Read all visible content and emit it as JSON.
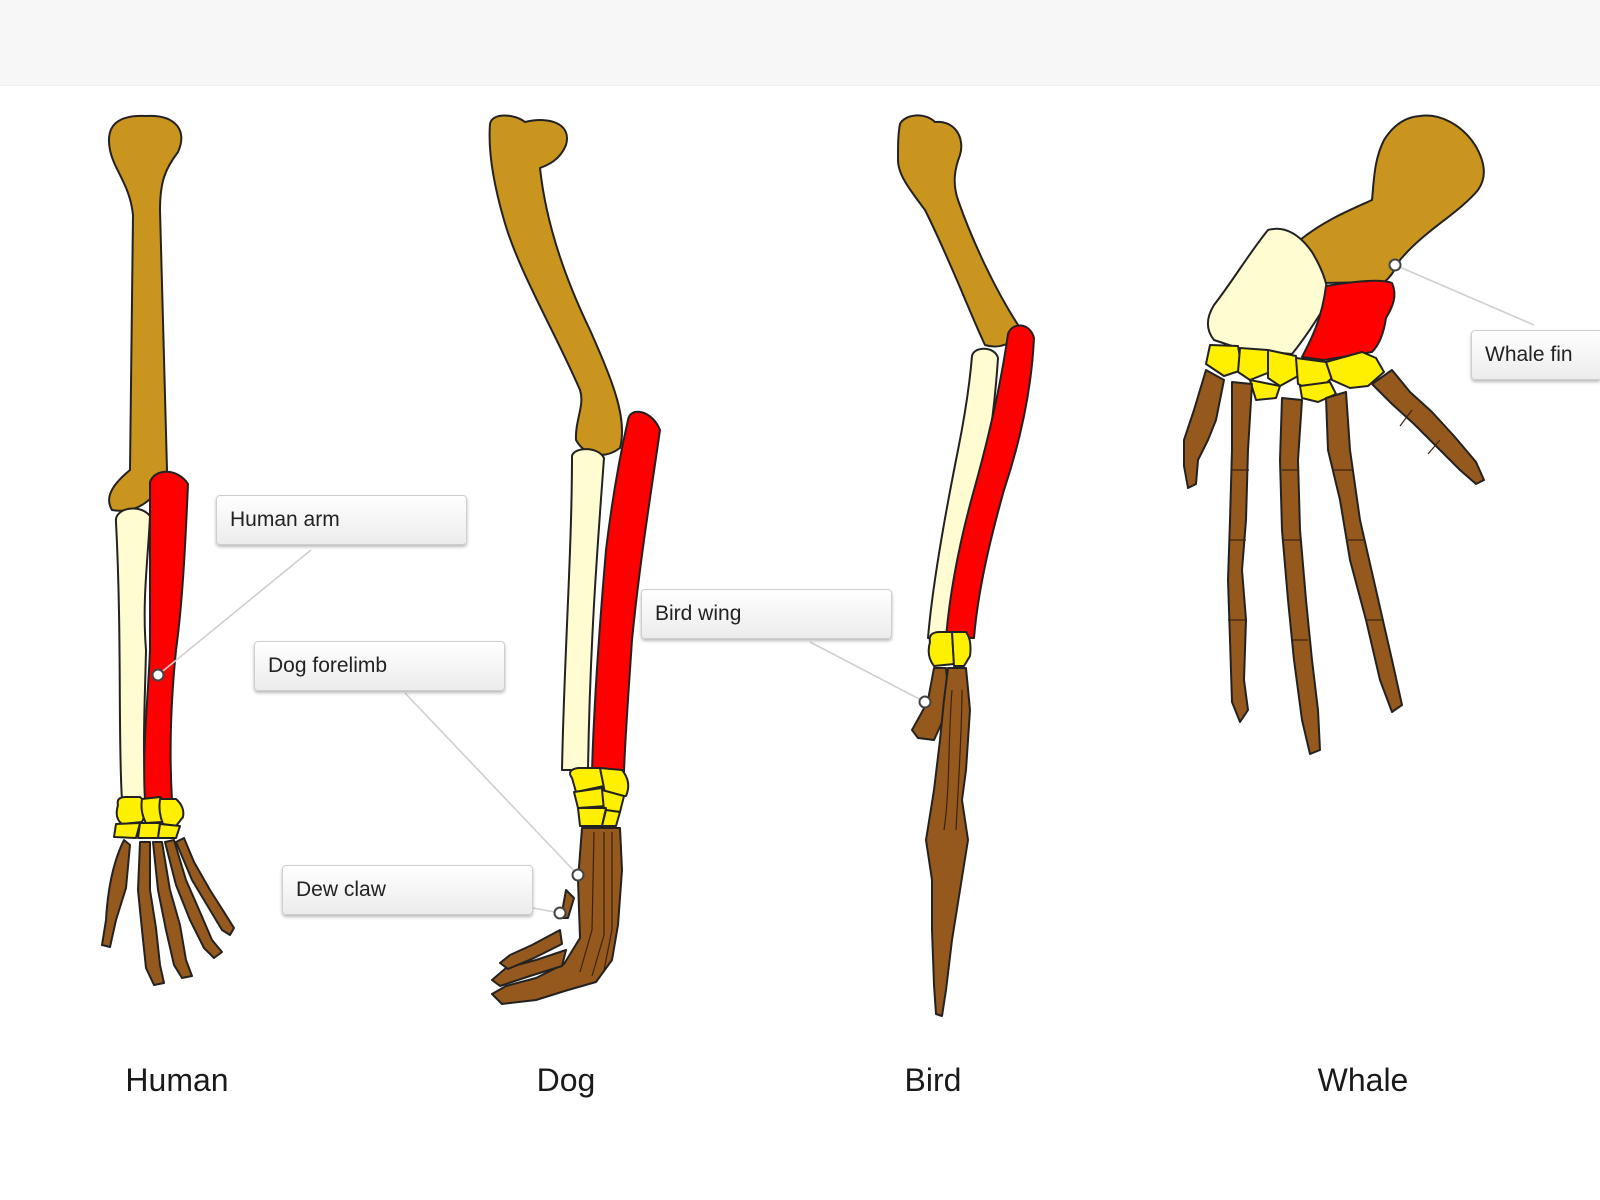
{
  "captions": {
    "human": "Human",
    "dog": "Dog",
    "bird": "Bird",
    "whale": "Whale"
  },
  "labels": {
    "human_arm": "Human arm",
    "dog_forelimb": "Dog forelimb",
    "dew_claw": "Dew claw",
    "bird_wing": "Bird wing",
    "whale_fin": "Whale fin"
  },
  "colors": {
    "humerus": "#C9951F",
    "radius": "#FF0000",
    "ulna": "#FFFCD2",
    "carpals": "#FFF000",
    "digits": "#95591E",
    "outline": "#222222",
    "page_background": "#FFFFFF",
    "top_bar": "#F7F7F7"
  }
}
